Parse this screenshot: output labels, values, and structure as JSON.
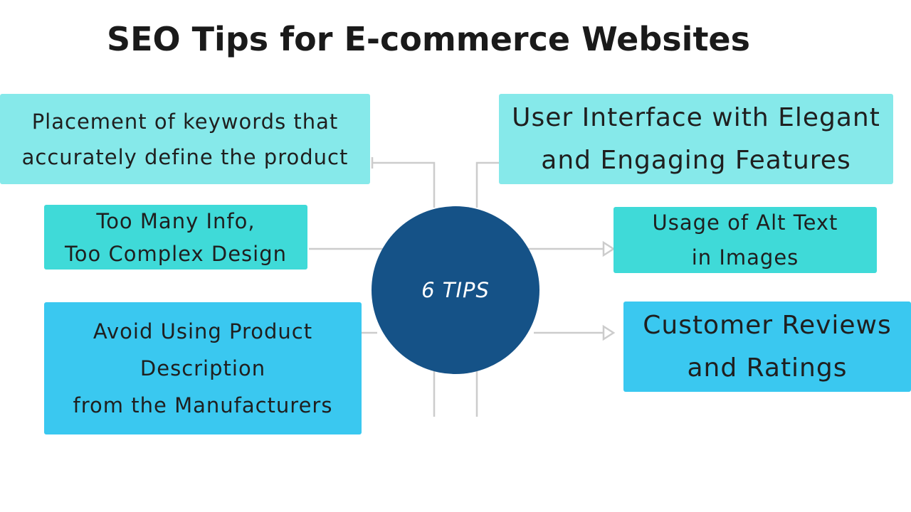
{
  "title": "SEO Tips for E-commerce Websites",
  "hub": {
    "label": "6 TIPS"
  },
  "tips": [
    {
      "text": "Placement of keywords that\naccurately define the product",
      "color": "#86e9ea"
    },
    {
      "text": "Too Many Info,\nToo Complex Design",
      "color": "#3fdad8"
    },
    {
      "text": "Avoid Using Product\nDescription\nfrom the Manufacturers",
      "color": "#3ac8f0"
    },
    {
      "text": "User Interface with Elegant\nand Engaging Features",
      "color": "#86e9ea"
    },
    {
      "text": "Usage of Alt Text\nin Images",
      "color": "#3fdad8"
    },
    {
      "text": "Customer Reviews\nand Ratings",
      "color": "#3ac8f0"
    }
  ],
  "colors": {
    "hub": "#155287",
    "connector": "#cccccc",
    "title_text": "#1a1a1a"
  }
}
